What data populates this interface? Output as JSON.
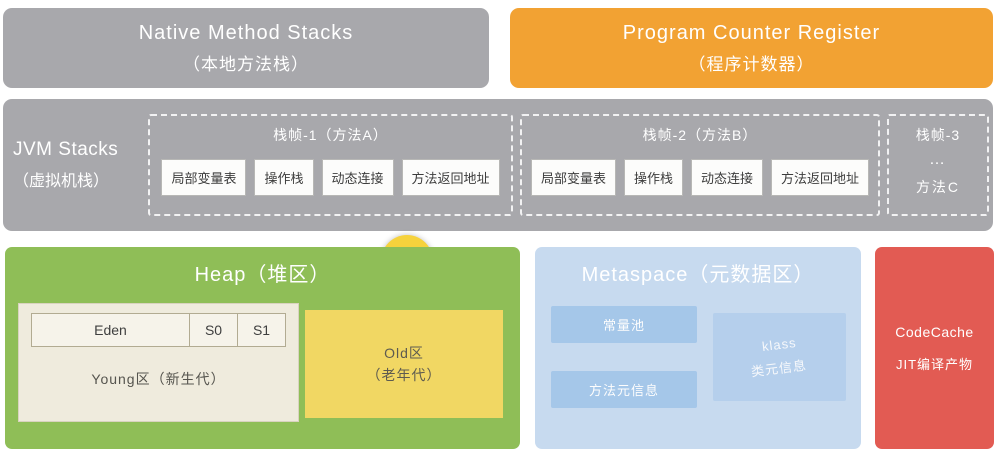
{
  "top_row": {
    "native": {
      "title": "Native Method Stacks",
      "subtitle": "（本地方法栈）"
    },
    "pc": {
      "title": "Program Counter Register",
      "subtitle": "（程序计数器）"
    }
  },
  "jvm_stacks": {
    "label_en": "JVM Stacks",
    "label_zh": "（虚拟机栈）",
    "frames": [
      {
        "title": "栈帧-1（方法A）",
        "cells": [
          "局部变量表",
          "操作栈",
          "动态连接",
          "方法返回地址"
        ]
      },
      {
        "title": "栈帧-2（方法B）",
        "cells": [
          "局部变量表",
          "操作栈",
          "动态连接",
          "方法返回地址"
        ]
      },
      {
        "title": "栈帧-3",
        "ellipsis": "…",
        "method": "方法C"
      }
    ]
  },
  "heap": {
    "title": "Heap（堆区）",
    "young": {
      "cells": [
        "Eden",
        "S0",
        "S1"
      ],
      "label": "Young区（新生代）"
    },
    "old": {
      "line1": "Old区",
      "line2": "（老年代）"
    }
  },
  "metaspace": {
    "title": "Metaspace（元数据区）",
    "constant_pool": "常量池",
    "method_meta": "方法元信息",
    "klass_line1": "klass",
    "klass_line2": "类元信息"
  },
  "codecache": {
    "line1": "CodeCache",
    "line2": "JIT编译产物"
  },
  "colors": {
    "gray": "#a8a8ac",
    "orange": "#f2a233",
    "green": "#8fbe57",
    "light_blue": "#c7daef",
    "inner_blue": "#a5c7e9",
    "red": "#e25b53",
    "old_yellow": "#f1d763",
    "young_cream": "#efebdd",
    "cursor_yellow": "#f6d23c"
  }
}
